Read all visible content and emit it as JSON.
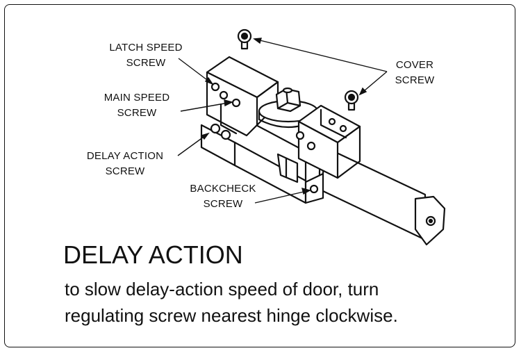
{
  "labels": {
    "latch_speed": [
      "LATCH SPEED",
      "SCREW"
    ],
    "main_speed": [
      "MAIN SPEED",
      "SCREW"
    ],
    "delay_action": [
      "DELAY ACTION",
      "SCREW"
    ],
    "backcheck": [
      "BACKCHECK",
      "SCREW"
    ],
    "cover": [
      "COVER",
      "SCREW"
    ]
  },
  "heading": "DELAY ACTION",
  "description": [
    "to slow delay-action speed of door, turn",
    "regulating screw nearest hinge clockwise."
  ],
  "colors": {
    "ink": "#111111",
    "background": "#ffffff"
  }
}
